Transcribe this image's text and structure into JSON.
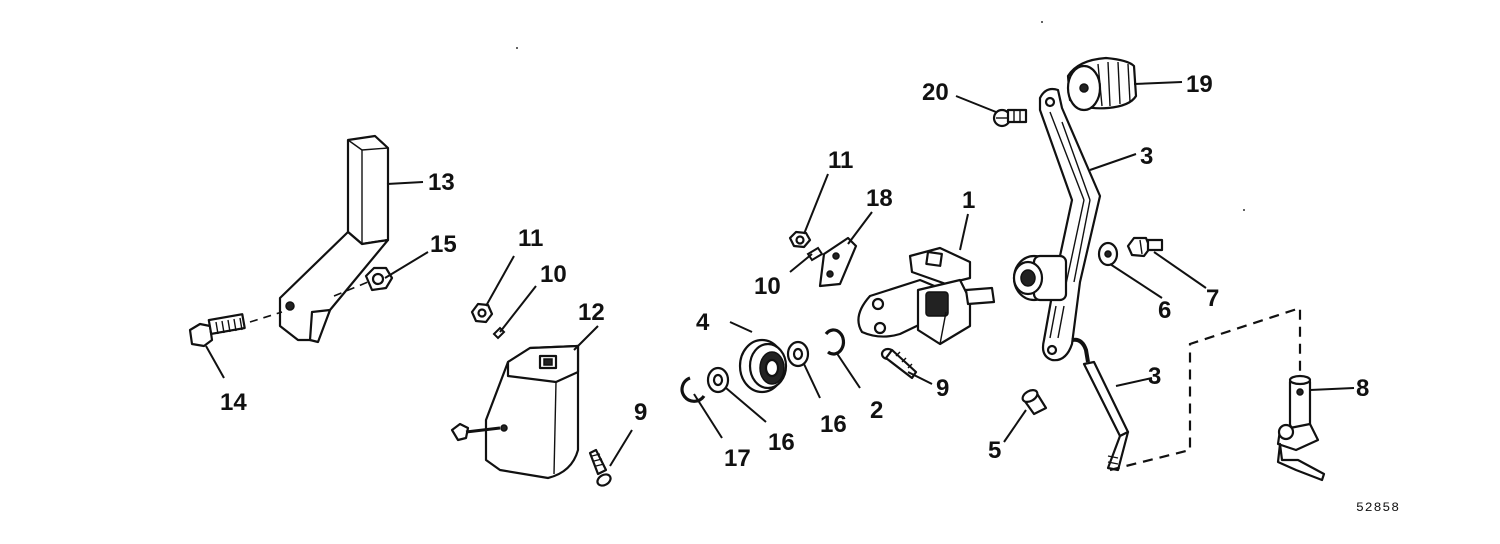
{
  "figure_number": "52858",
  "callouts": {
    "c1": "1",
    "c2": "2",
    "c3a": "3",
    "c3b": "3",
    "c4": "4",
    "c5": "5",
    "c6": "6",
    "c7": "7",
    "c8": "8",
    "c9a": "9",
    "c9b": "9",
    "c10a": "10",
    "c10b": "10",
    "c11a": "11",
    "c11b": "11",
    "c12": "12",
    "c13": "13",
    "c14": "14",
    "c15": "15",
    "c16a": "16",
    "c16b": "16",
    "c17": "17",
    "c18": "18",
    "c19": "19",
    "c20": "20"
  }
}
